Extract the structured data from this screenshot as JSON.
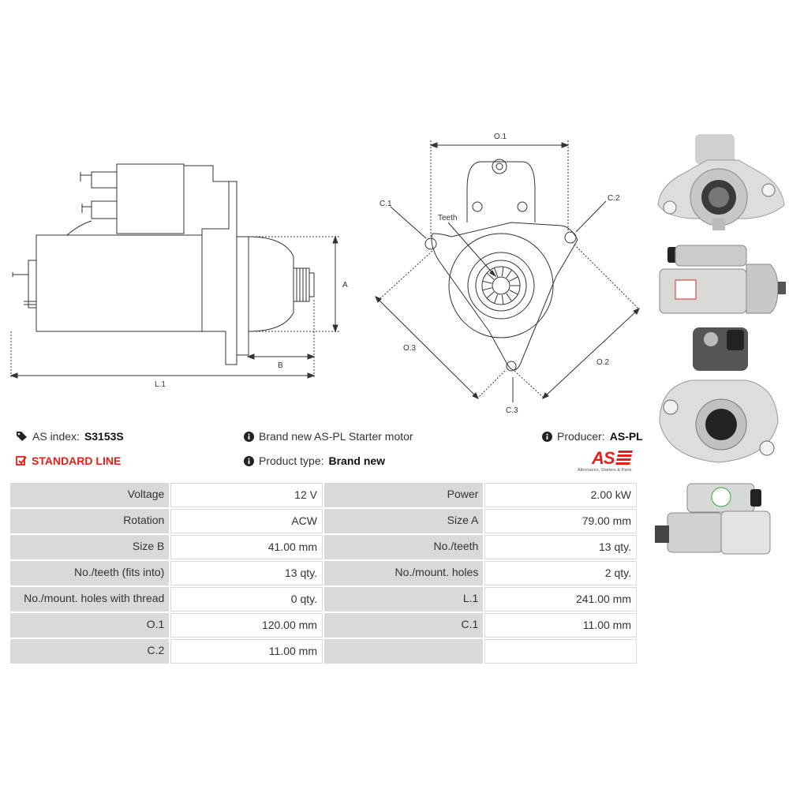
{
  "diagram_side": {
    "labels": {
      "a": "A",
      "b": "B",
      "l1": "L.1"
    }
  },
  "diagram_front": {
    "labels": {
      "o1": "O.1",
      "o2": "O.2",
      "o3": "O.3",
      "c1": "C.1",
      "c2": "C.2",
      "c3": "C.3",
      "teeth": "Teeth"
    }
  },
  "info": {
    "as_index_label": "AS index:",
    "as_index_value": "S3153S",
    "line": "STANDARD LINE",
    "description": "Brand new AS-PL Starter motor",
    "product_type_label": "Product type:",
    "product_type_value": "Brand new",
    "producer_label": "Producer:",
    "producer_value": "AS-PL"
  },
  "logo": {
    "mark": "AS",
    "tagline": "Alternators, Starters & Parts",
    "color": "#e32119"
  },
  "specs": [
    {
      "l1": "Voltage",
      "v1": "12 V",
      "l2": "Power",
      "v2": "2.00 kW"
    },
    {
      "l1": "Rotation",
      "v1": "ACW",
      "l2": "Size A",
      "v2": "79.00 mm"
    },
    {
      "l1": "Size B",
      "v1": "41.00 mm",
      "l2": "No./teeth",
      "v2": "13 qty."
    },
    {
      "l1": "No./teeth (fits into)",
      "v1": "13 qty.",
      "l2": "No./mount. holes",
      "v2": "2 qty."
    },
    {
      "l1": "No./mount. holes with thread",
      "v1": "0 qty.",
      "l2": "L.1",
      "v2": "241.00 mm"
    },
    {
      "l1": "O.1",
      "v1": "120.00 mm",
      "l2": "C.1",
      "v2": "11.00 mm"
    },
    {
      "l1": "C.2",
      "v1": "11.00 mm",
      "l2": "",
      "v2": ""
    }
  ],
  "colors": {
    "accent": "#e32119",
    "table_label_bg": "#d9d9d9"
  }
}
